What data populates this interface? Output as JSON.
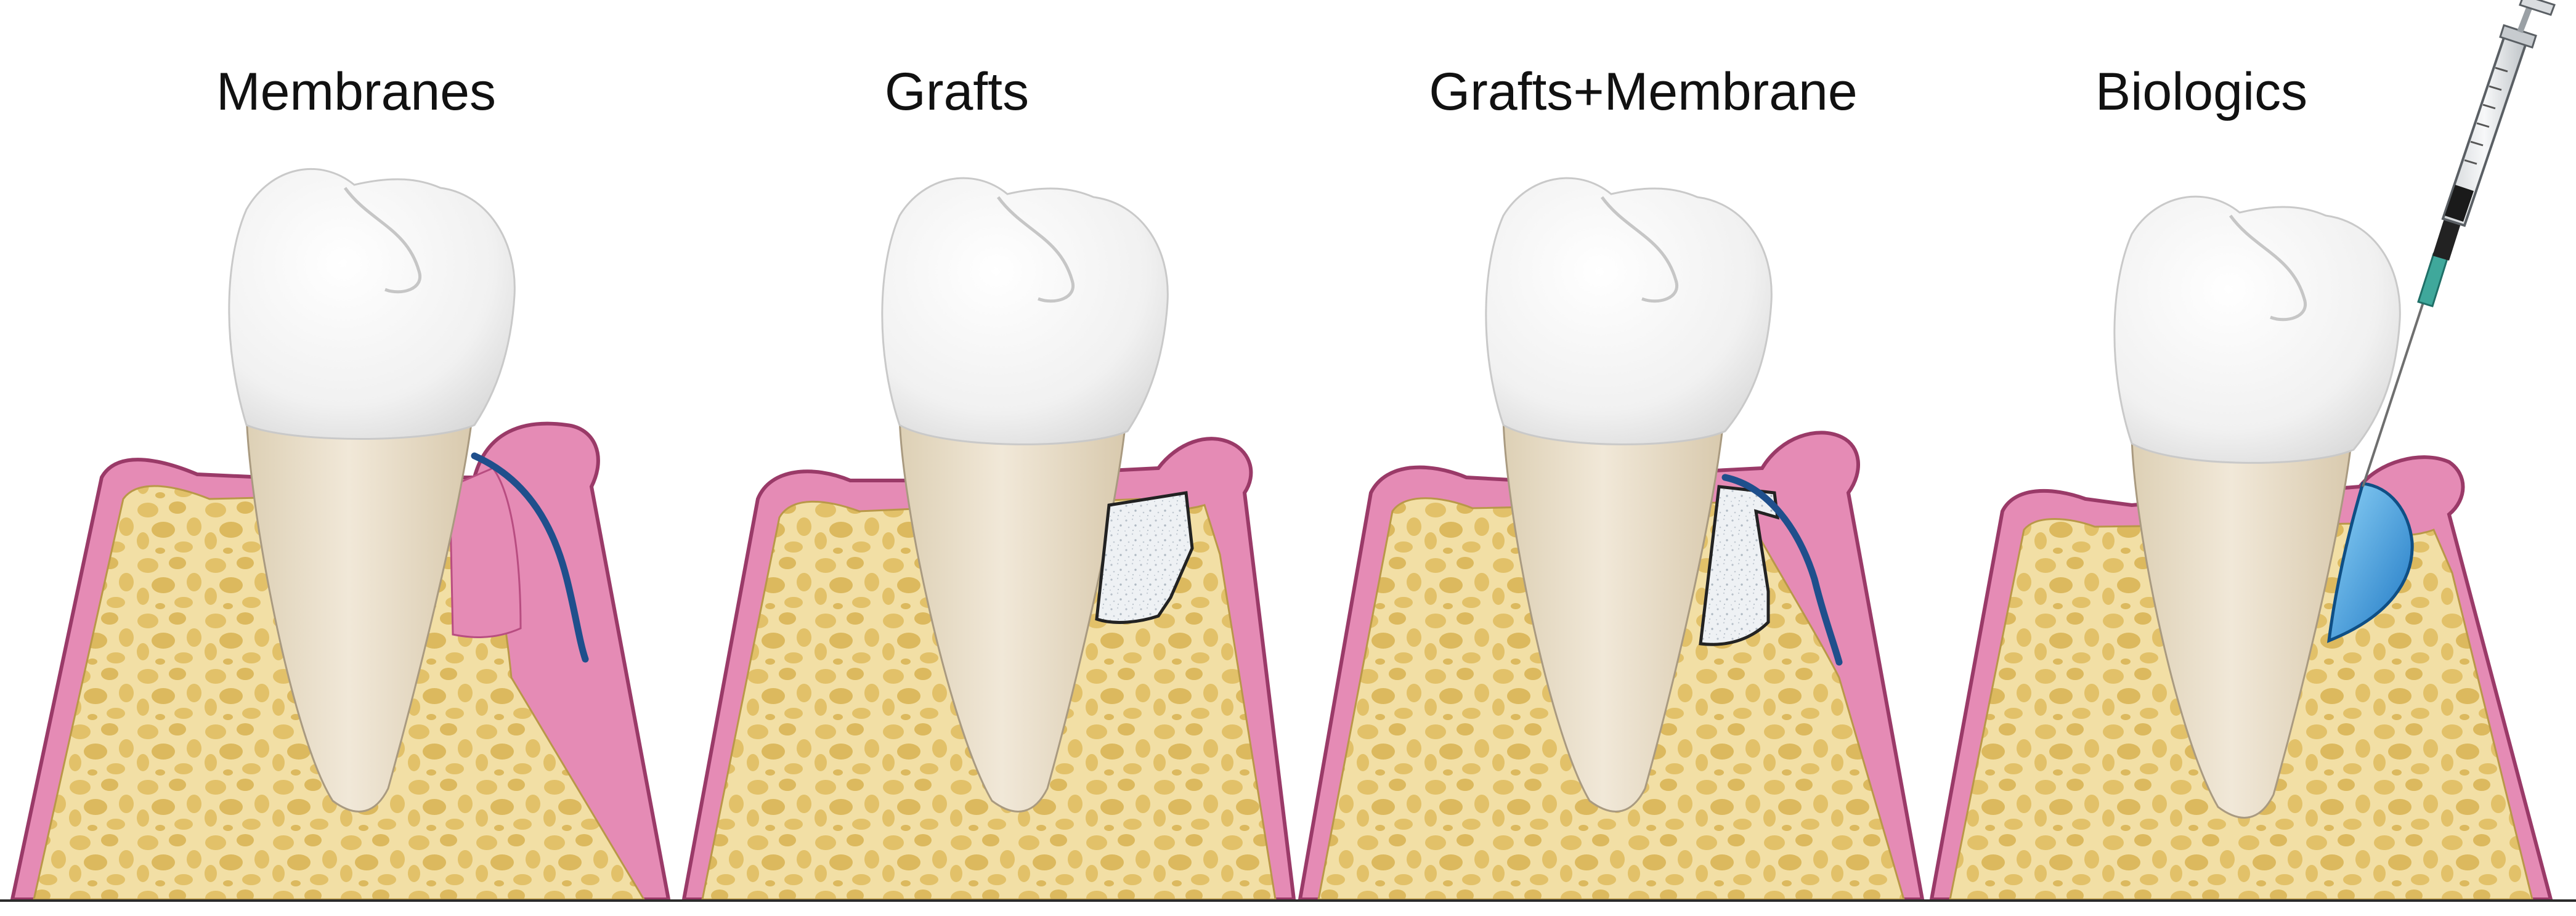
{
  "figure": {
    "panels": [
      {
        "title": "Membranes",
        "treatment": "membrane"
      },
      {
        "title": "Grafts",
        "treatment": "graft"
      },
      {
        "title": "Grafts+Membrane",
        "treatment": "graft-membrane"
      },
      {
        "title": "Biologics",
        "treatment": "biologic"
      }
    ]
  },
  "colors": {
    "bone": "#f2dfa5",
    "bone_pore": "#e2c169",
    "gum": "#e58bb5",
    "gum_dark": "#b84d81",
    "root": "#eadfcb",
    "crown": "#f6f6f6",
    "membrane": "#1f4f8c",
    "graft": "#eef1f4",
    "biologic": "#3fa2dc",
    "outline": "#2b2b2b"
  }
}
